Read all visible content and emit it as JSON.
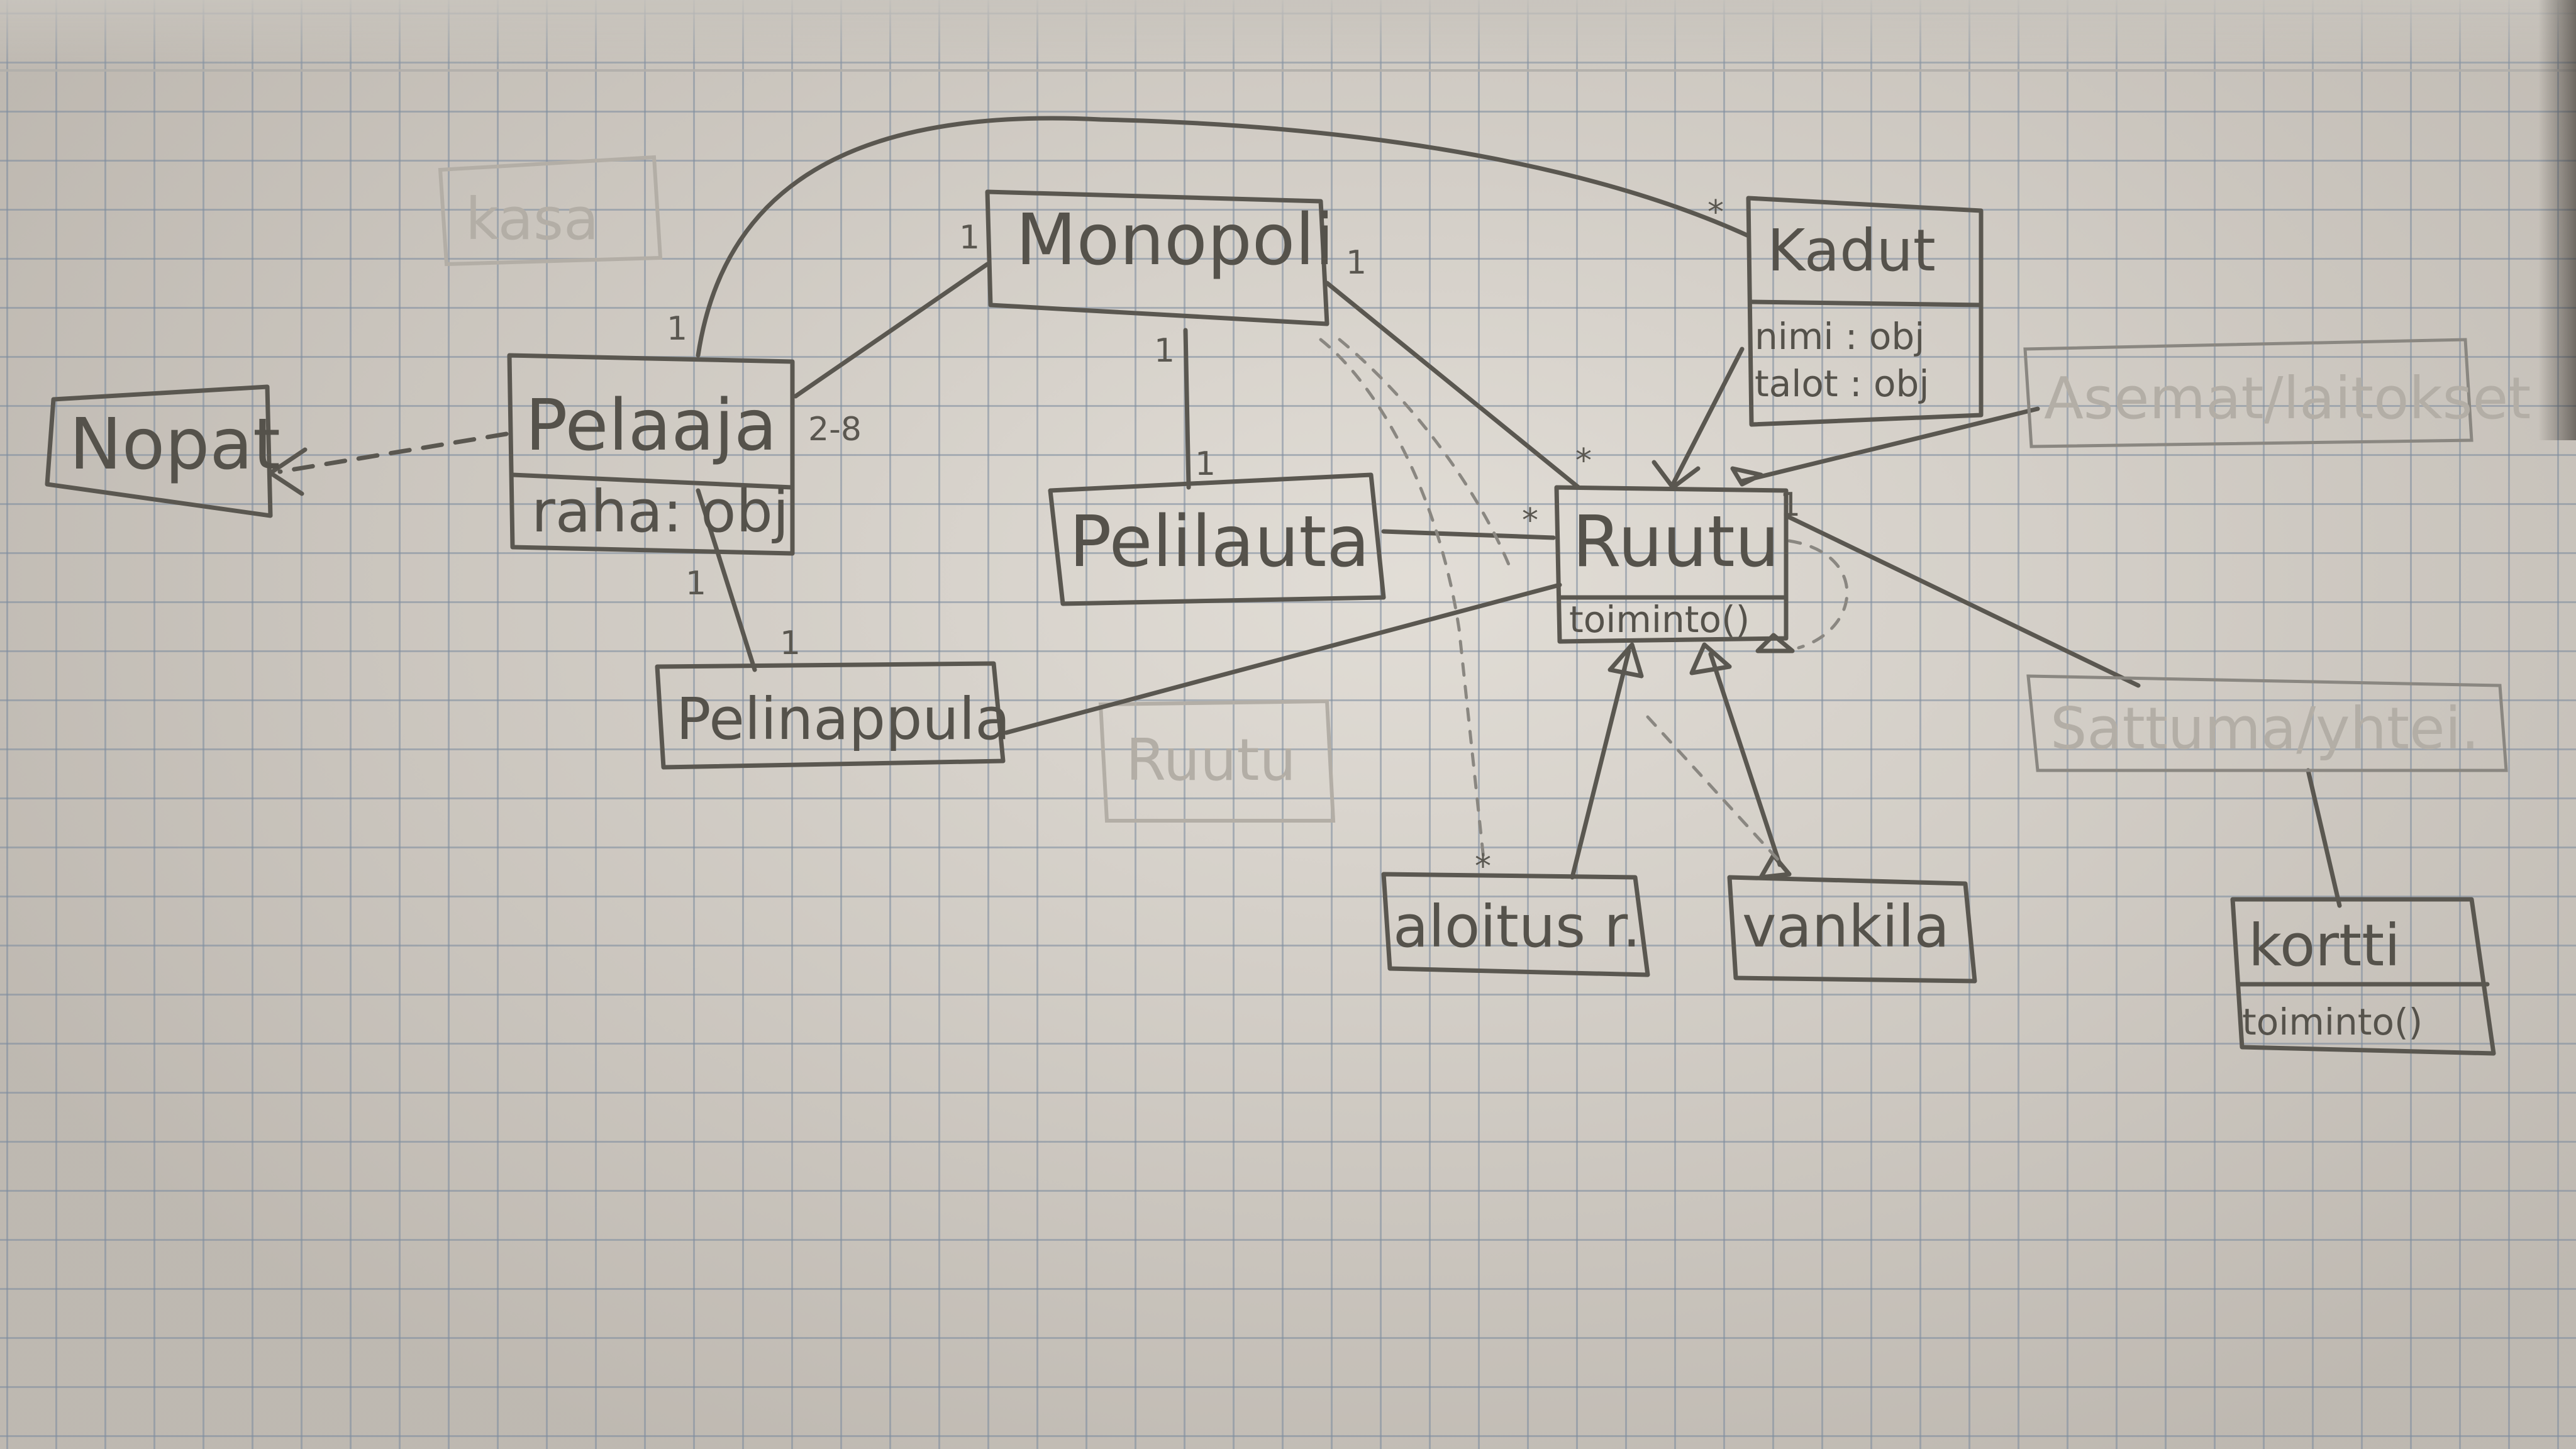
{
  "diagram": {
    "classes": {
      "monopoli": {
        "name": "Monopoli"
      },
      "nopat": {
        "name": "Nopat"
      },
      "pelaaja": {
        "name": "Pelaaja",
        "attr": "raha: obj"
      },
      "pelilauta": {
        "name": "Pelilauta"
      },
      "pelinappula": {
        "name": "Pelinappula"
      },
      "ruutu": {
        "name": "Ruutu",
        "method": "toiminto()"
      },
      "kadut": {
        "name": "Kadut",
        "attr1": "nimi : obj",
        "attr2": "talot : obj"
      },
      "asemat": {
        "name": "Asemat/laitokset"
      },
      "sattuma": {
        "name": "Sattuma/yhtei."
      },
      "kortti": {
        "name": "kortti",
        "method": "toiminto()"
      },
      "aloitus": {
        "name": "aloitus r."
      },
      "vankila": {
        "name": "vankila"
      },
      "erased_ruutu": {
        "name": "Ruutu"
      },
      "erased_kasa": {
        "name": "kasa"
      }
    },
    "multiplicities": {
      "monopoli_left": "1",
      "monopoli_right": "1",
      "monopoli_bottom": "1",
      "pelaaja_top": "1",
      "pelaaja_right": "2-8",
      "pelaaja_bottom": "1",
      "pelinappula_top": "1",
      "pelilauta_top": "1",
      "ruutu_left": "*",
      "ruutu_top": "*",
      "ruutu_right": "1",
      "kadut_top": "*",
      "aloitus_top": "*"
    }
  }
}
